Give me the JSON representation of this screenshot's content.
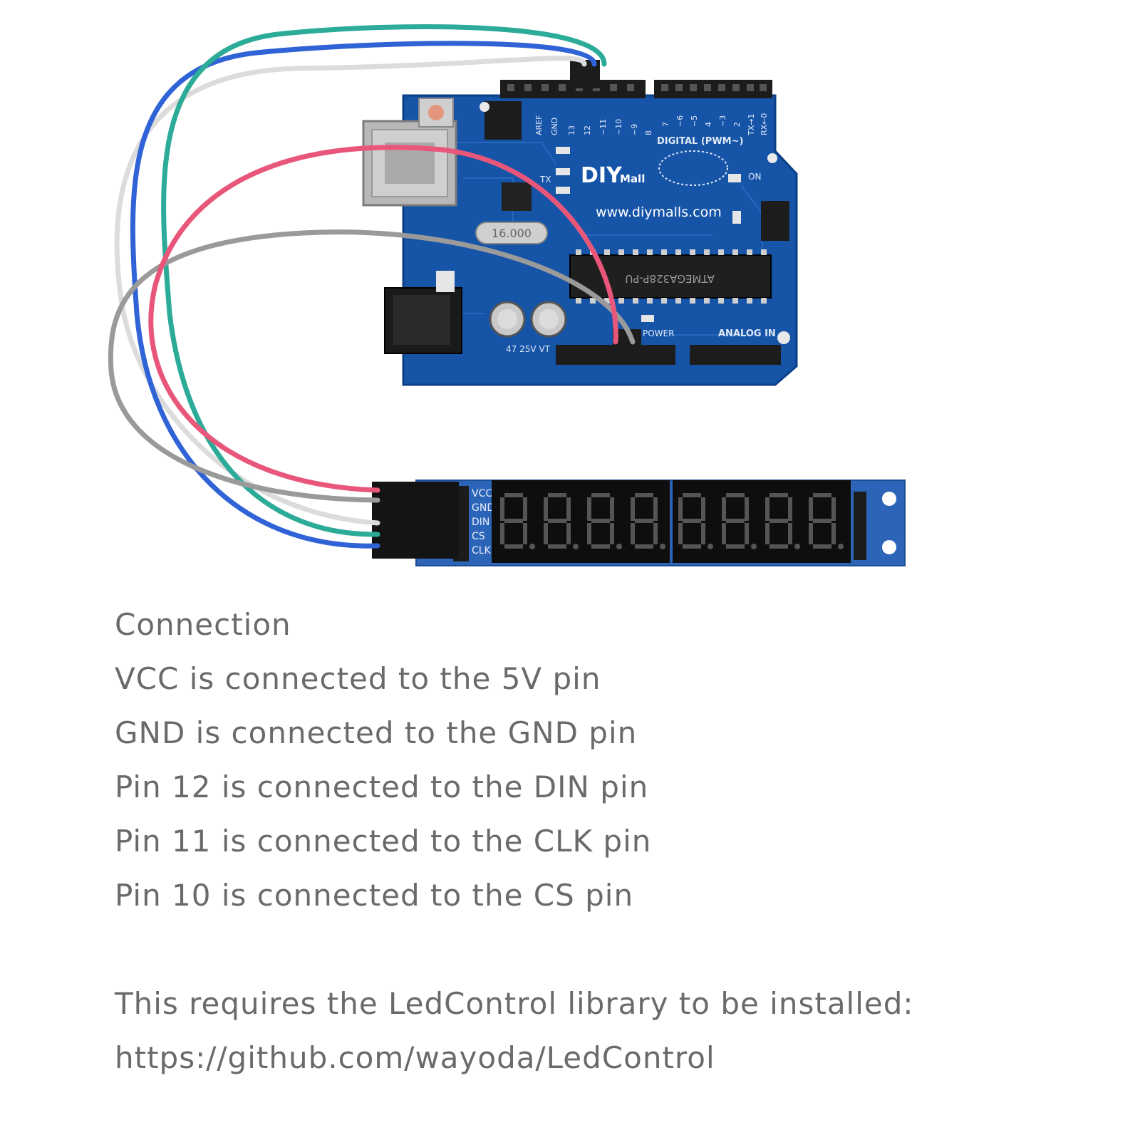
{
  "arduino": {
    "brand": "DIY",
    "brand_suffix": "Mall",
    "url": "www.diymalls.com",
    "digital_label": "DIGITAL (PWM~)",
    "analog_label": "ANALOG IN",
    "power_label": "POWER",
    "on_label": "ON",
    "tx_label": "TX",
    "crystal_label": "16.000",
    "chip_label": "ATMEGA328P-PU",
    "capacitor_label": "47 25V VT",
    "header_pins_top": [
      "AREF",
      "GND",
      "13",
      "12",
      "~11",
      "~10",
      "~9",
      "8",
      "7",
      "~6",
      "~5",
      "4",
      "~3",
      "2",
      "TX→1",
      "RX←0"
    ]
  },
  "display_module": {
    "pin_labels": [
      "VCC",
      "GND",
      "DIN",
      "CS",
      "CLK"
    ],
    "digit_count": 8
  },
  "wire_colors": {
    "vcc": "#e8567a",
    "gnd": "#9a9a9a",
    "din": "#2bab98",
    "cs": "#d9d9d9",
    "clk": "#2f63d6"
  },
  "connection": {
    "heading": "Connection",
    "lines": [
      "VCC is connected to the 5V pin",
      "GND is connected to the GND pin",
      "Pin 12 is connected to the DIN pin",
      "Pin 11 is connected to the CLK pin",
      "Pin 10 is connected to the CS pin"
    ]
  },
  "library_note": {
    "text": "This requires the LedControl library to be installed:",
    "url": "https://github.com/wayoda/LedControl"
  }
}
